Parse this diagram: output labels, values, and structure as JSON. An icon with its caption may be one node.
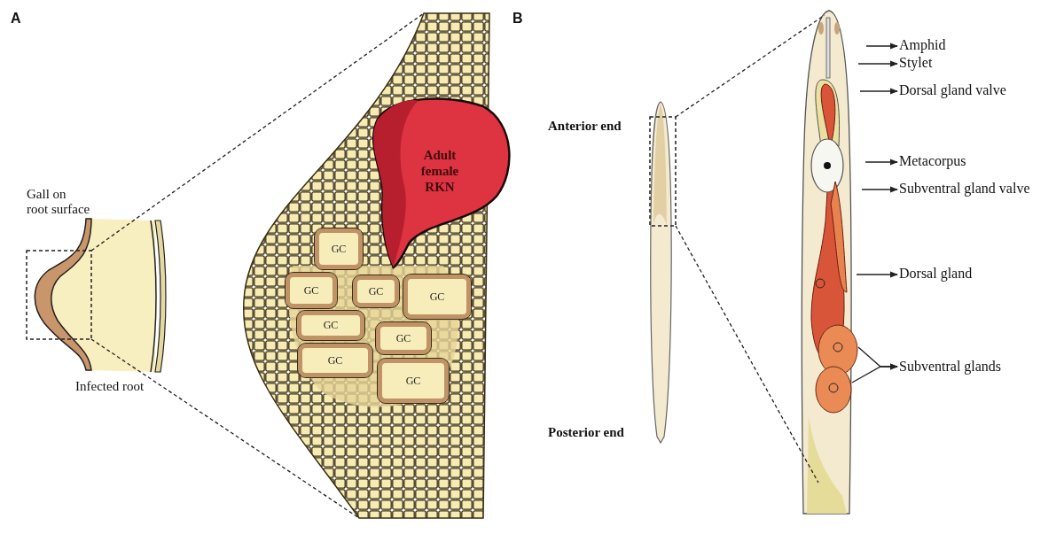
{
  "diagram": {
    "nodes": [
      {
        "text": [],
        "shape": "picture",
        "beside": [
          "Gall on root surface",
          "Infected root"
        ]
      },
      {
        "text": [],
        "shape": "picture"
      },
      {
        "text": [
          "Adult female RKN"
        ],
        "in": 1
      },
      {
        "text": [
          "GC"
        ],
        "in": 1
      },
      {
        "text": [
          "GC"
        ],
        "in": 1
      },
      {
        "text": [
          "GC"
        ],
        "in": 1
      },
      {
        "text": [
          "GC"
        ],
        "in": 1
      },
      {
        "text": [
          "GC"
        ],
        "in": 1
      },
      {
        "text": [
          "GC"
        ],
        "in": 1
      },
      {
        "text": [
          "GC"
        ],
        "in": 1
      },
      {
        "text": [
          "GC"
        ],
        "in": 1
      },
      {
        "text": [],
        "shape": "picture",
        "beside": [
          "Anterior end",
          "Posterior end"
        ]
      },
      {
        "text": [],
        "shape": "picture"
      },
      {
        "text": [
          "Amphid"
        ]
      },
      {
        "text": [
          "Stylet"
        ]
      },
      {
        "text": [
          "Dorsal gland valve"
        ]
      },
      {
        "text": [
          "Metacorpus"
        ]
      },
      {
        "text": [
          "Subventral gland valve"
        ]
      },
      {
        "text": [
          "Dorsal gland"
        ]
      },
      {
        "text": [
          "Subventral glands"
        ]
      }
    ],
    "edges": [
      {
        "from": 0,
        "to": 1,
        "arrow": "none",
        "style": "dashed"
      },
      {
        "from": 0,
        "to": 1,
        "arrow": "none",
        "style": "dashed"
      },
      {
        "from": 11,
        "to": 12,
        "arrow": "none",
        "style": "dashed"
      },
      {
        "from": 11,
        "to": 12,
        "arrow": "none",
        "style": "dashed"
      },
      {
        "from": 12,
        "to": 13,
        "arrow": "to"
      },
      {
        "from": 12,
        "to": 14,
        "arrow": "to"
      },
      {
        "from": 12,
        "to": 15,
        "arrow": "to"
      },
      {
        "from": 12,
        "to": 16,
        "arrow": "to"
      },
      {
        "from": 12,
        "to": 17,
        "arrow": "to"
      },
      {
        "from": 12,
        "to": 18,
        "arrow": "to"
      },
      {
        "from": 12,
        "to": 19,
        "arrow": "to"
      },
      {
        "from": 12,
        "to": 19,
        "arrow": "to"
      }
    ],
    "labels": [
      "A",
      "B"
    ]
  }
}
